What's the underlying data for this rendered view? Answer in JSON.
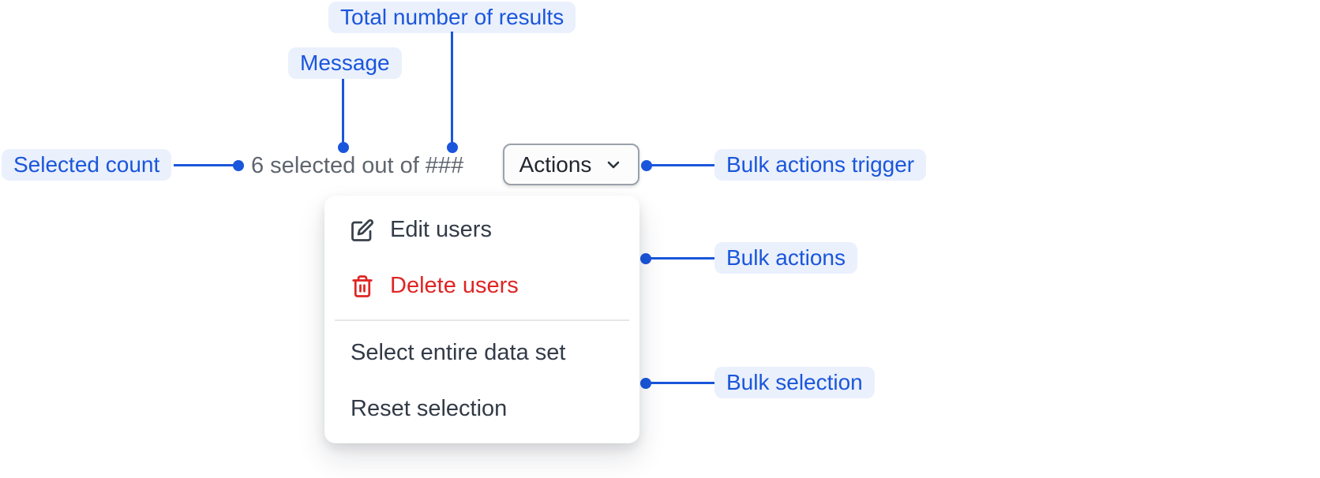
{
  "colors": {
    "accent_blue": "#1a56db",
    "annotation_bg": "#eaf0fc",
    "danger_red": "#e02424",
    "muted_text": "#5f656e",
    "menu_text": "#333b47",
    "button_border": "#9aa1aa",
    "divider": "#e4e7ea"
  },
  "annotations": {
    "total_results": {
      "label": "Total number of results"
    },
    "message": {
      "label": "Message"
    },
    "selected_count": {
      "label": "Selected count"
    },
    "bulk_actions_trigger": {
      "label": "Bulk actions trigger"
    },
    "bulk_actions": {
      "label": "Bulk actions"
    },
    "bulk_selection": {
      "label": "Bulk selection"
    }
  },
  "bulk_bar": {
    "message": "6 selected out of ###",
    "actions_button": "Actions"
  },
  "menu": {
    "items": [
      {
        "label": "Edit users",
        "icon": "edit-icon",
        "variant": "default"
      },
      {
        "label": "Delete users",
        "icon": "trash-icon",
        "variant": "danger"
      },
      {
        "label": "Select entire data set",
        "icon": "none",
        "variant": "default"
      },
      {
        "label": "Reset selection",
        "icon": "none",
        "variant": "default"
      }
    ]
  }
}
